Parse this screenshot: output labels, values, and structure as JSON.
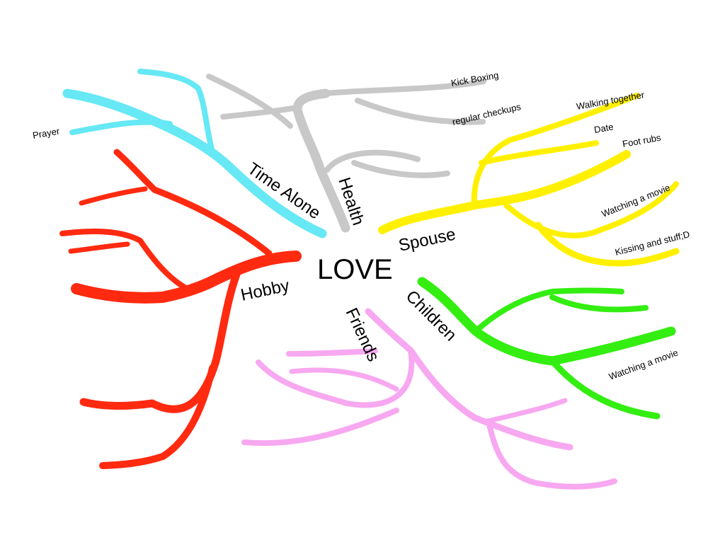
{
  "center": {
    "label": "LOVE"
  },
  "branches": {
    "time_alone": {
      "label": "Time Alone",
      "color": "#66e8f5",
      "leaves": [
        "Prayer"
      ]
    },
    "health": {
      "label": "Health",
      "color": "#c8c8c8",
      "leaves": [
        "Kick Boxing",
        "regular checkups"
      ]
    },
    "spouse": {
      "label": "Spouse",
      "color": "#fff000",
      "leaves": [
        "Walking together",
        "Date",
        "Foot rubs",
        "Watching a movie",
        "Kissing and stuff;D"
      ]
    },
    "hobby": {
      "label": "Hobby",
      "color": "#ff2a10",
      "leaves": []
    },
    "children": {
      "label": "Children",
      "color": "#33ee10",
      "leaves": [
        "Watching a movie"
      ]
    },
    "friends": {
      "label": "Friends",
      "color": "#f7a8f0",
      "leaves": []
    }
  }
}
